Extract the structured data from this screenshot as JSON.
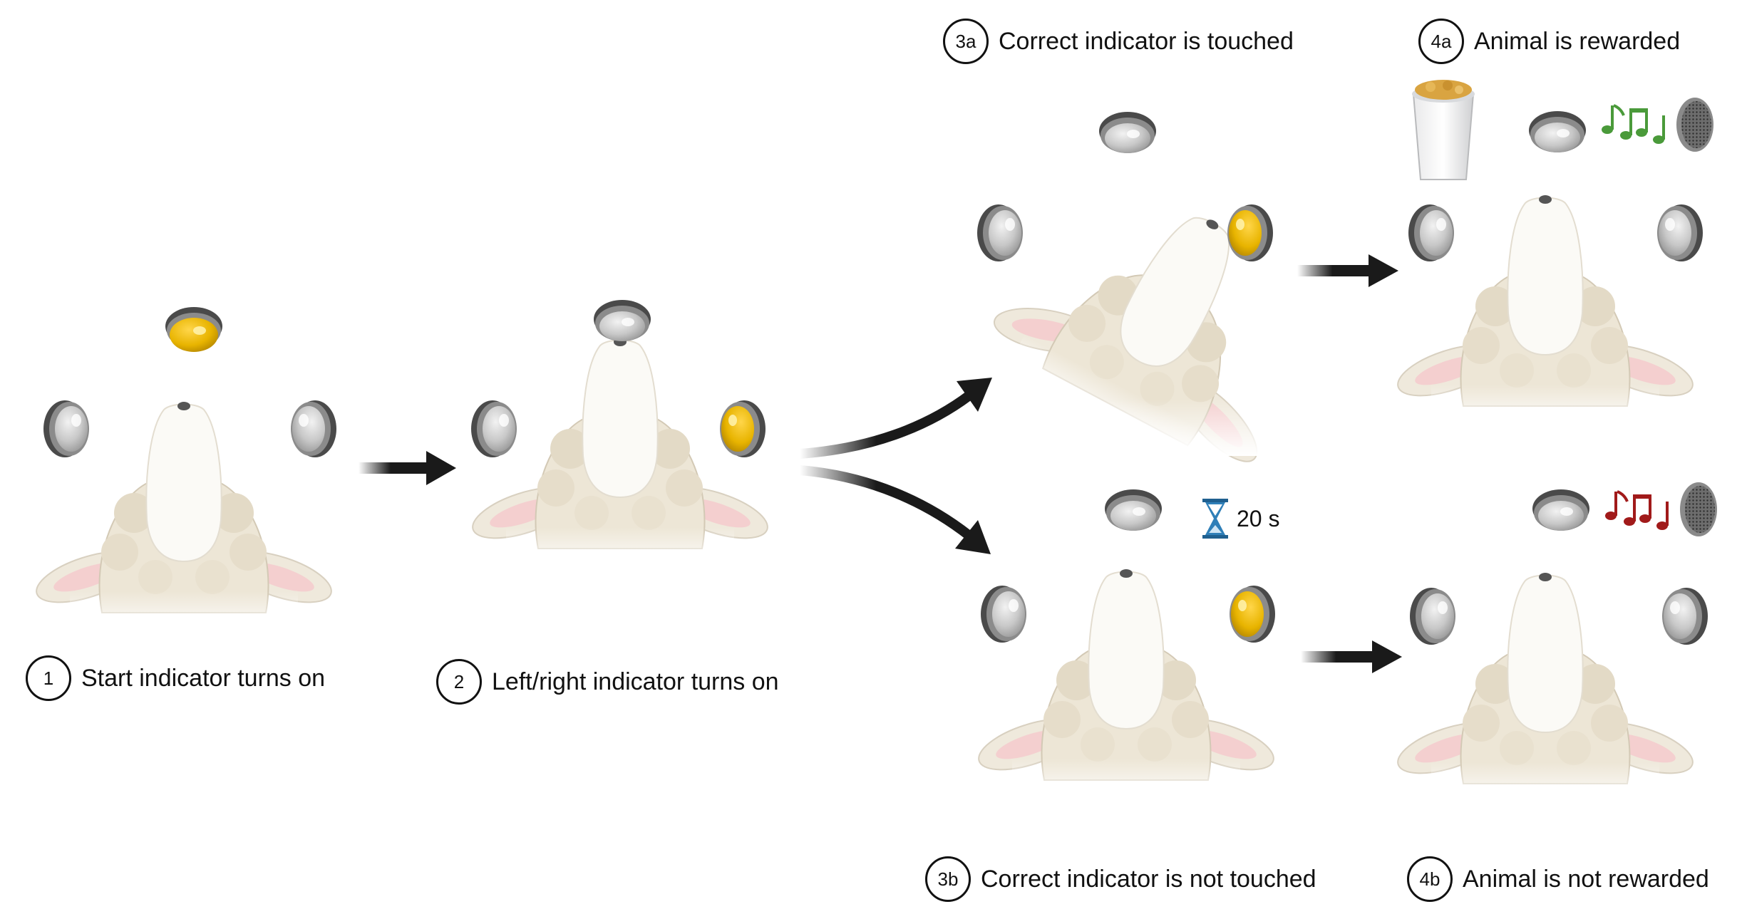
{
  "steps": [
    {
      "id": "1",
      "text": "Start indicator turns on"
    },
    {
      "id": "2",
      "text": "Left/right indicator turns on"
    },
    {
      "id": "3a",
      "text": "Correct indicator is touched"
    },
    {
      "id": "4a",
      "text": "Animal is rewarded"
    },
    {
      "id": "3b",
      "text": "Correct indicator is not touched"
    },
    {
      "id": "4b",
      "text": "Animal is not rewarded"
    }
  ],
  "timeout": {
    "text": "20 s",
    "icon": "hourglass-icon"
  },
  "colors": {
    "indicator_on": "#e8b400",
    "indicator_off": "#c9c9c9",
    "reward_tone": "#4a9a3a",
    "error_tone": "#a11a1a",
    "hourglass": "#2f7fb8",
    "arrow": "#1a1a1a",
    "wool": "#ede6d6"
  },
  "icons": [
    "sheep-icon",
    "indicator-light-icon",
    "arrow-icon",
    "food-cup-icon",
    "music-notes-icon",
    "speaker-icon",
    "hourglass-icon"
  ]
}
